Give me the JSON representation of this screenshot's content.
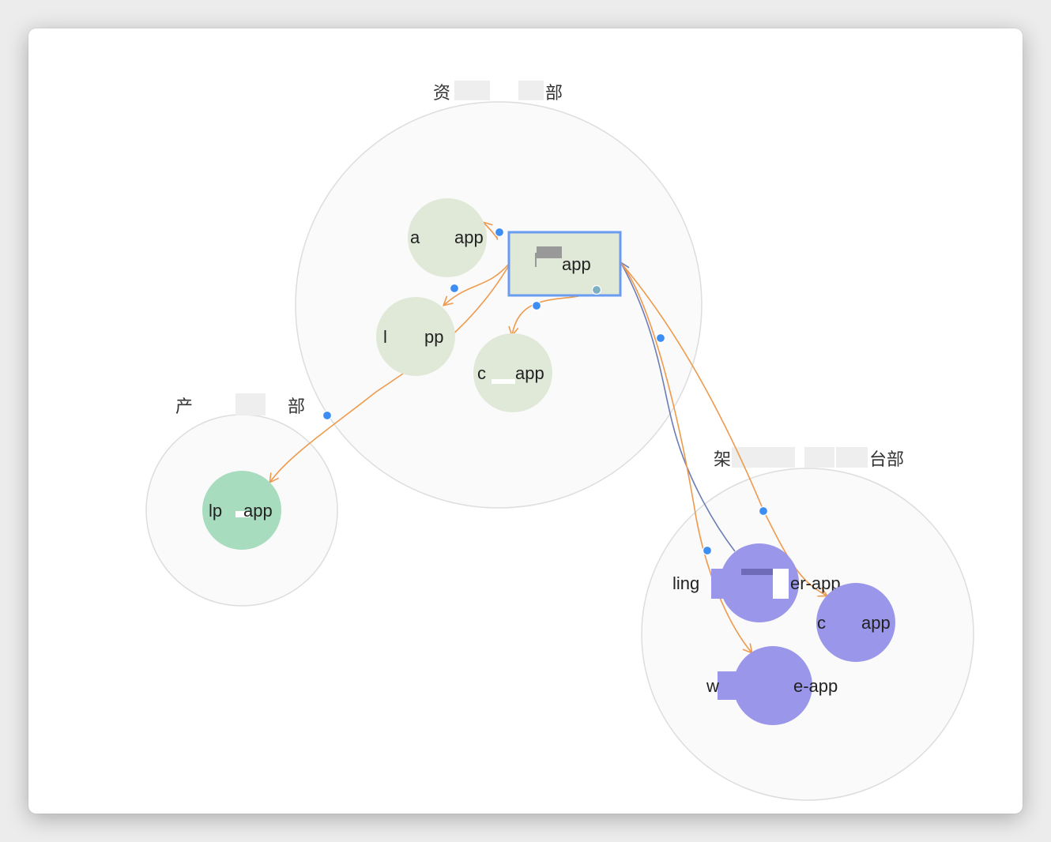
{
  "colors": {
    "background": "#ffffff",
    "group_fill": "#fafafa",
    "group_stroke": "#dddddd",
    "node_dept1": "#e0e9d8",
    "node_dept2": "#a8dcbf",
    "node_dept3": "#9a96ea",
    "edge_orange": "#ee9a4d",
    "edge_blue": "#6d7db6",
    "selected_border": "#6a9cf2",
    "connector_dot": "#3d8df2"
  },
  "groups": [
    {
      "id": "dept-resources",
      "label_start": "资",
      "label_end": "部"
    },
    {
      "id": "dept-product",
      "label_start": "产",
      "label_end": "部"
    },
    {
      "id": "dept-platform",
      "label_start": "架",
      "label_end": "台部"
    }
  ],
  "nodes": {
    "selected": {
      "label": "app"
    },
    "a_app": {
      "label_a": "a",
      "label_b": "app"
    },
    "l_app": {
      "label_a": "l",
      "label_b": "pp"
    },
    "c_app": {
      "label_a": "c",
      "label_b": "app"
    },
    "lp_app": {
      "label_a": "lp",
      "label_b": "app"
    },
    "ling_app": {
      "label_a": "ling",
      "label_b": "er-app"
    },
    "c2_app": {
      "label_a": "c",
      "label_b": "app"
    },
    "w_app": {
      "label_a": "w",
      "label_b": "e-app"
    }
  }
}
